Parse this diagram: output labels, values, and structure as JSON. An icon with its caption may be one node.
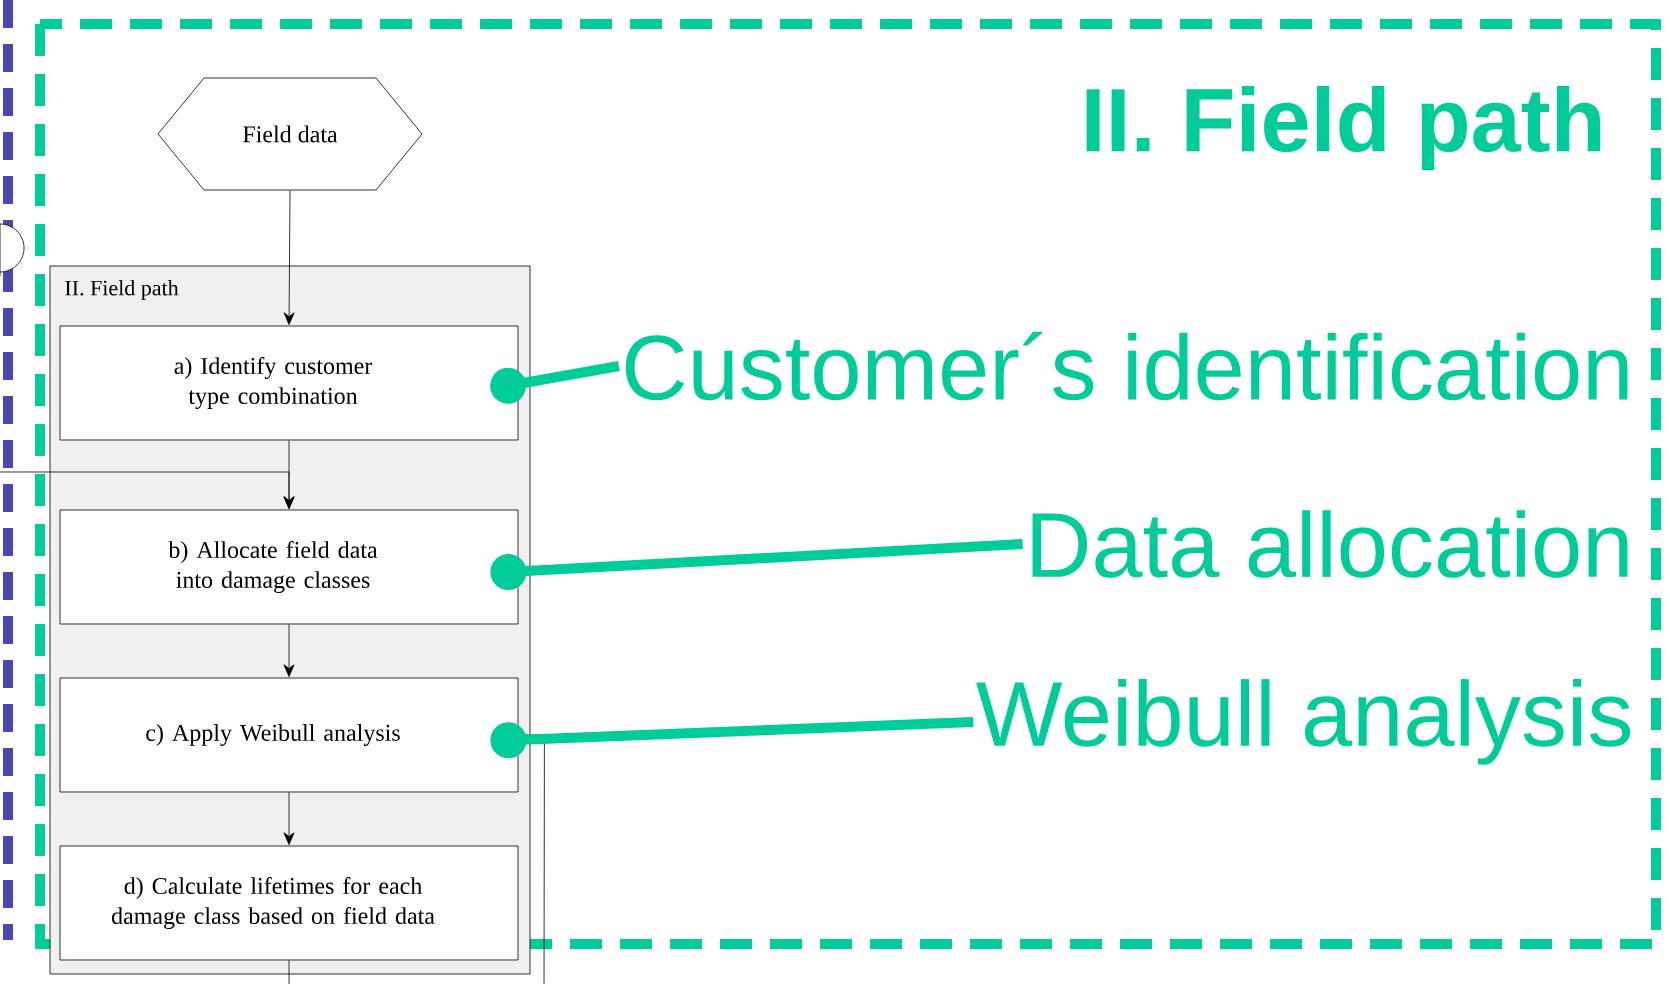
{
  "diagram": {
    "nodes": [
      {
        "text": [
          "II. Field path"
        ]
      },
      {
        "text": [
          "Field data"
        ],
        "in": 0
      },
      {
        "text": [
          "II. Field path"
        ],
        "in": 0
      },
      {
        "text": [
          "a) Identify customer type combination"
        ],
        "in": 2
      },
      {
        "text": [
          "b) Allocate field data into damage classes"
        ],
        "in": 2
      },
      {
        "text": [
          "c) Apply Weibull analysis"
        ],
        "in": 2
      },
      {
        "text": [
          "d) Calculate lifetimes for each damage class based on field data"
        ],
        "in": 2
      },
      {
        "text": [
          "Customer´s identification"
        ],
        "in": 0
      },
      {
        "text": [
          "Data allocation"
        ],
        "in": 0
      },
      {
        "text": [
          "Weibull analysis"
        ],
        "in": 0
      }
    ],
    "edges": [
      {
        "from": 1,
        "to": 3,
        "arrow": "to"
      },
      {
        "from": 3,
        "to": 4,
        "arrow": "to"
      },
      {
        "from": null,
        "to": 4,
        "arrow": "to"
      },
      {
        "from": 4,
        "to": 5,
        "arrow": "to"
      },
      {
        "from": 5,
        "to": 6,
        "arrow": "to"
      },
      {
        "from": 5,
        "to": null,
        "arrow": "none"
      },
      {
        "from": 6,
        "to": null,
        "arrow": "none"
      },
      {
        "from": 7,
        "to": 3,
        "arrow": "other",
        "style": "thick",
        "color": "#00cc99"
      },
      {
        "from": 8,
        "to": 4,
        "arrow": "other",
        "style": "thick",
        "color": "#00cc99"
      },
      {
        "from": 9,
        "to": 5,
        "arrow": "other",
        "style": "thick",
        "color": "#00cc99"
      }
    ]
  }
}
